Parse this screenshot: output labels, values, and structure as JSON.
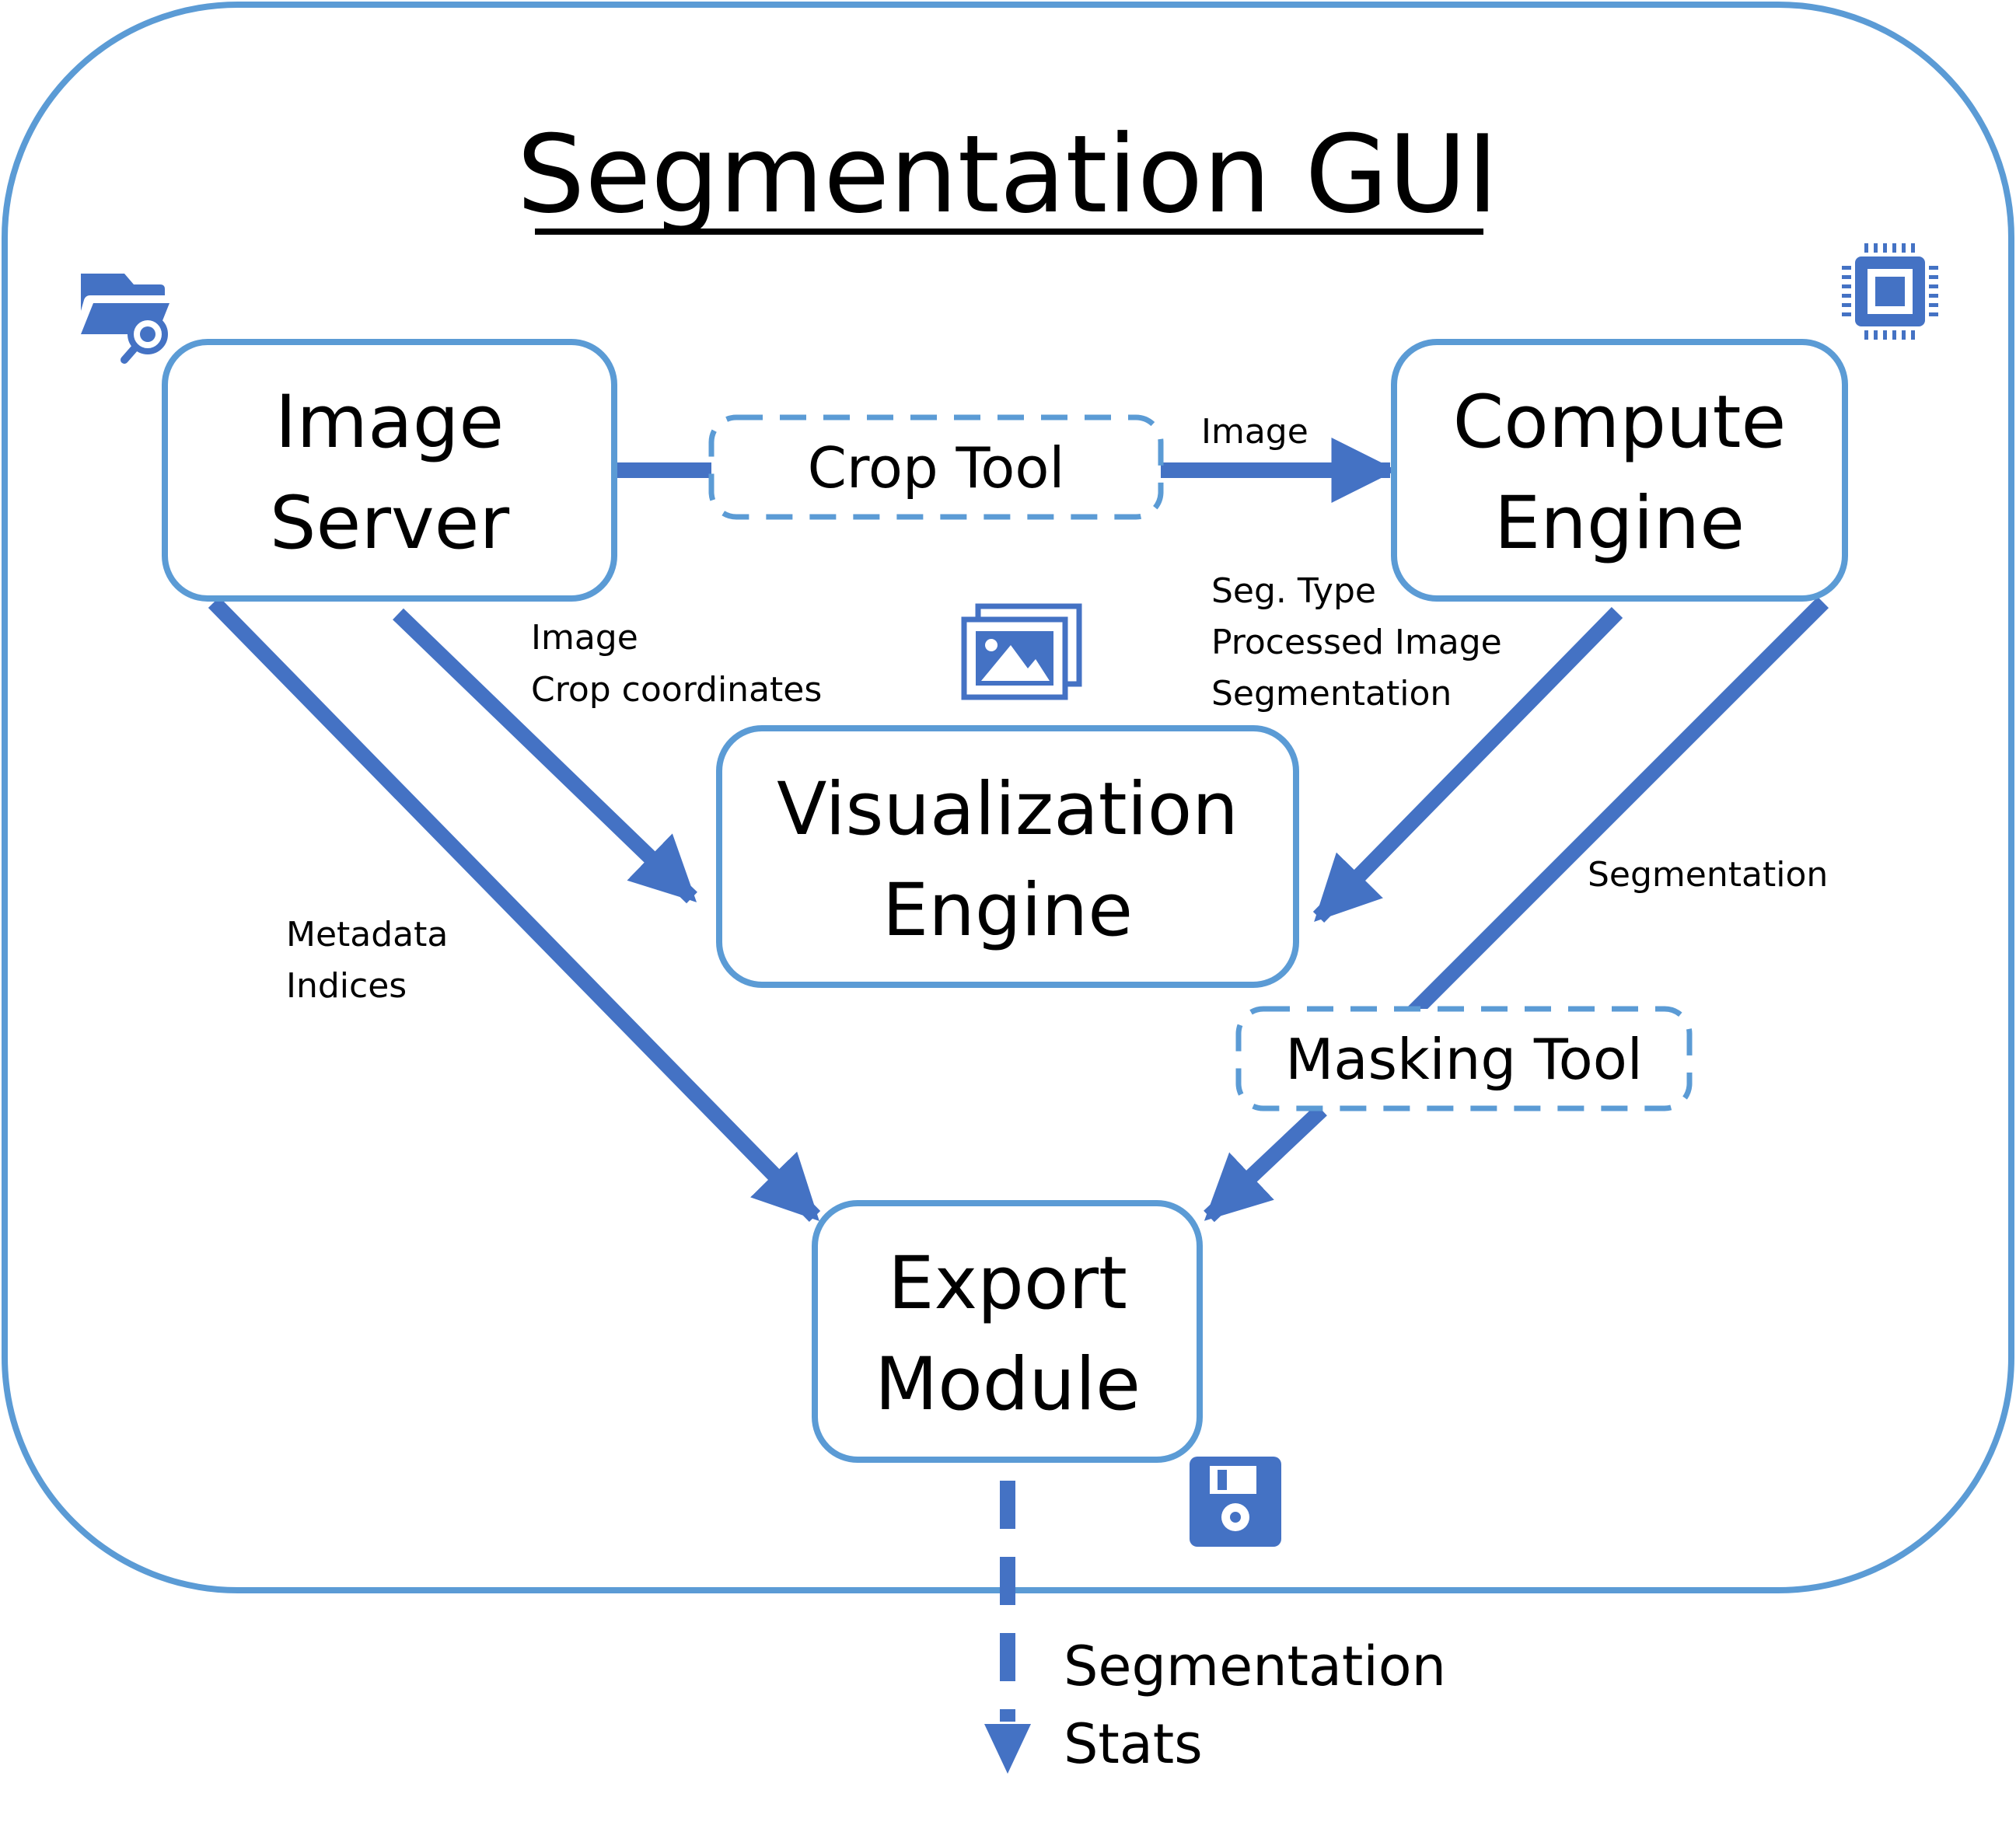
{
  "title": "Segmentation GUI",
  "colors": {
    "frame": "#5b9bd5",
    "arrow": "#4472c4",
    "icon": "#4472c4"
  },
  "nodes": {
    "image_server": [
      "Image",
      "Server"
    ],
    "compute_engine": [
      "Compute",
      "Engine"
    ],
    "visualization_engine": [
      "Visualization",
      "Engine"
    ],
    "export_module": [
      "Export",
      "Module"
    ]
  },
  "tools": {
    "crop": "Crop Tool",
    "masking": "Masking Tool"
  },
  "edges": {
    "crop_to_compute": [
      "Image"
    ],
    "server_to_vis": [
      "Image",
      "Crop coordinates"
    ],
    "compute_to_vis": [
      "Seg. Type",
      "Processed Image",
      "Segmentation"
    ],
    "compute_to_masking": [
      "Segmentation"
    ],
    "server_to_export": [
      "Metadata",
      "Indices"
    ],
    "export_output": [
      "Segmentation",
      "Stats"
    ]
  },
  "icons": {
    "image_server": "folder-search-icon",
    "compute_engine": "cpu-chip-icon",
    "visualization_engine": "image-gallery-icon",
    "export_module": "floppy-disk-icon"
  }
}
